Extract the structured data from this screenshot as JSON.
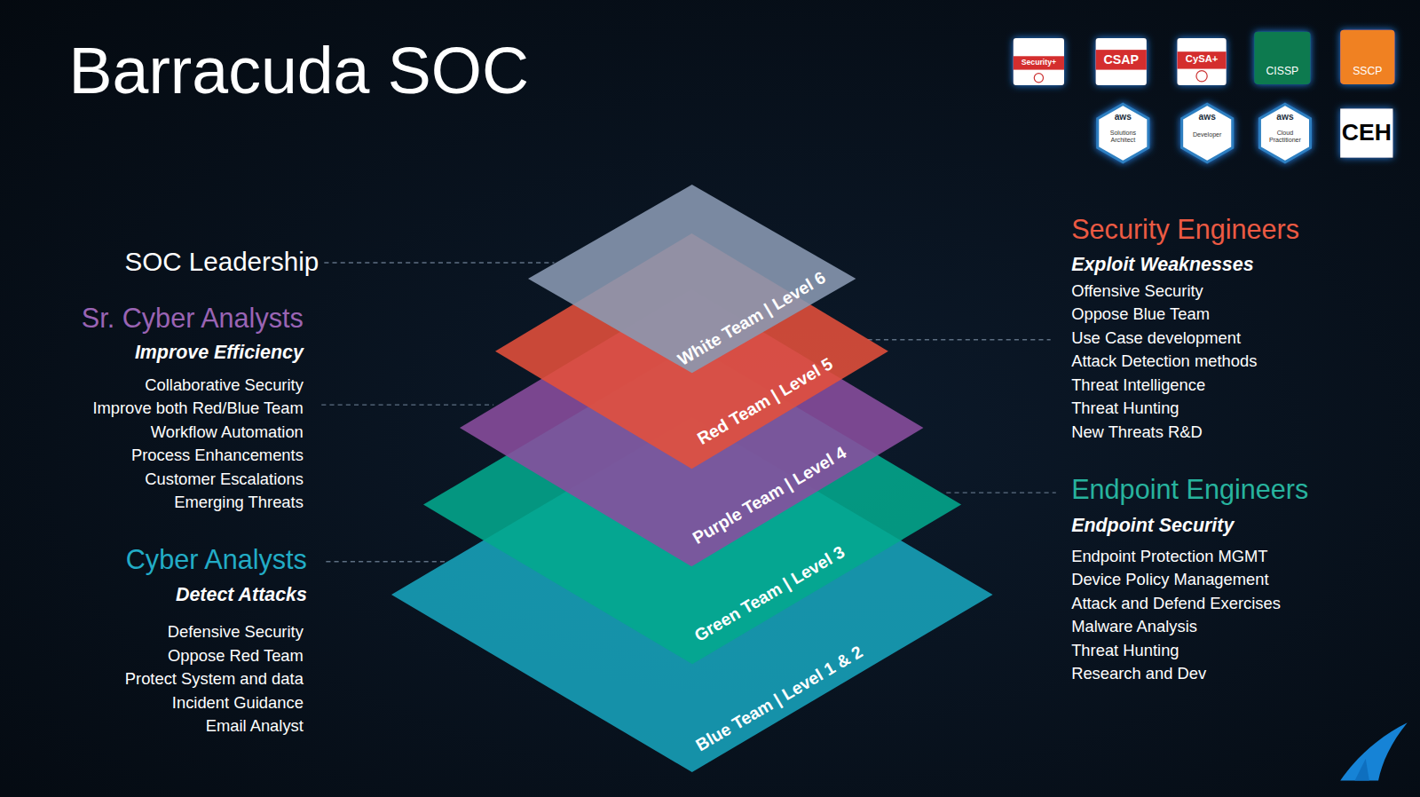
{
  "diagram": {
    "title": "Barracuda SOC",
    "nodes": [
      {
        "text": [
          "White Team | Level 6"
        ]
      },
      {
        "text": [
          "Red Team | Level 5"
        ]
      },
      {
        "text": [
          "Purple Team | Level 4"
        ]
      },
      {
        "text": [
          "Green Team | Level 3"
        ]
      },
      {
        "text": [
          "Blue Team | Level 1 & 2"
        ]
      }
    ],
    "labels": [
      "Security+",
      "CSAP",
      "CySA+",
      "CISSP",
      "SSCP",
      "aws",
      "Solutions Architect",
      "aws",
      "Developer",
      "aws",
      "Cloud Practitioner",
      "CEH",
      "SOC Leadership",
      "Sr. Cyber Analysts",
      "Improve Efficiency",
      "Collaborative Security",
      "Improve both Red/Blue Team",
      "Workflow Automation",
      "Process Enhancements",
      "Customer Escalations",
      "Emerging Threats",
      "Cyber Analysts",
      "Detect Attacks",
      "Defensive Security",
      "Oppose Red Team",
      "Protect System and data",
      "Incident Guidance",
      "Email Analyst",
      "Security Engineers",
      "Exploit Weaknesses",
      "Offensive Security",
      "Oppose Blue Team",
      "Use Case development",
      "Attack Detection methods",
      "Threat Intelligence",
      "Threat Hunting",
      "New Threats R&D",
      "Endpoint Engineers",
      "Endpoint Security",
      "Endpoint Protection MGMT",
      "Device Policy Management",
      "Attack and Defend Exercises",
      "Malware Analysis",
      "Threat Hunting",
      "Research and Dev"
    ]
  }
}
